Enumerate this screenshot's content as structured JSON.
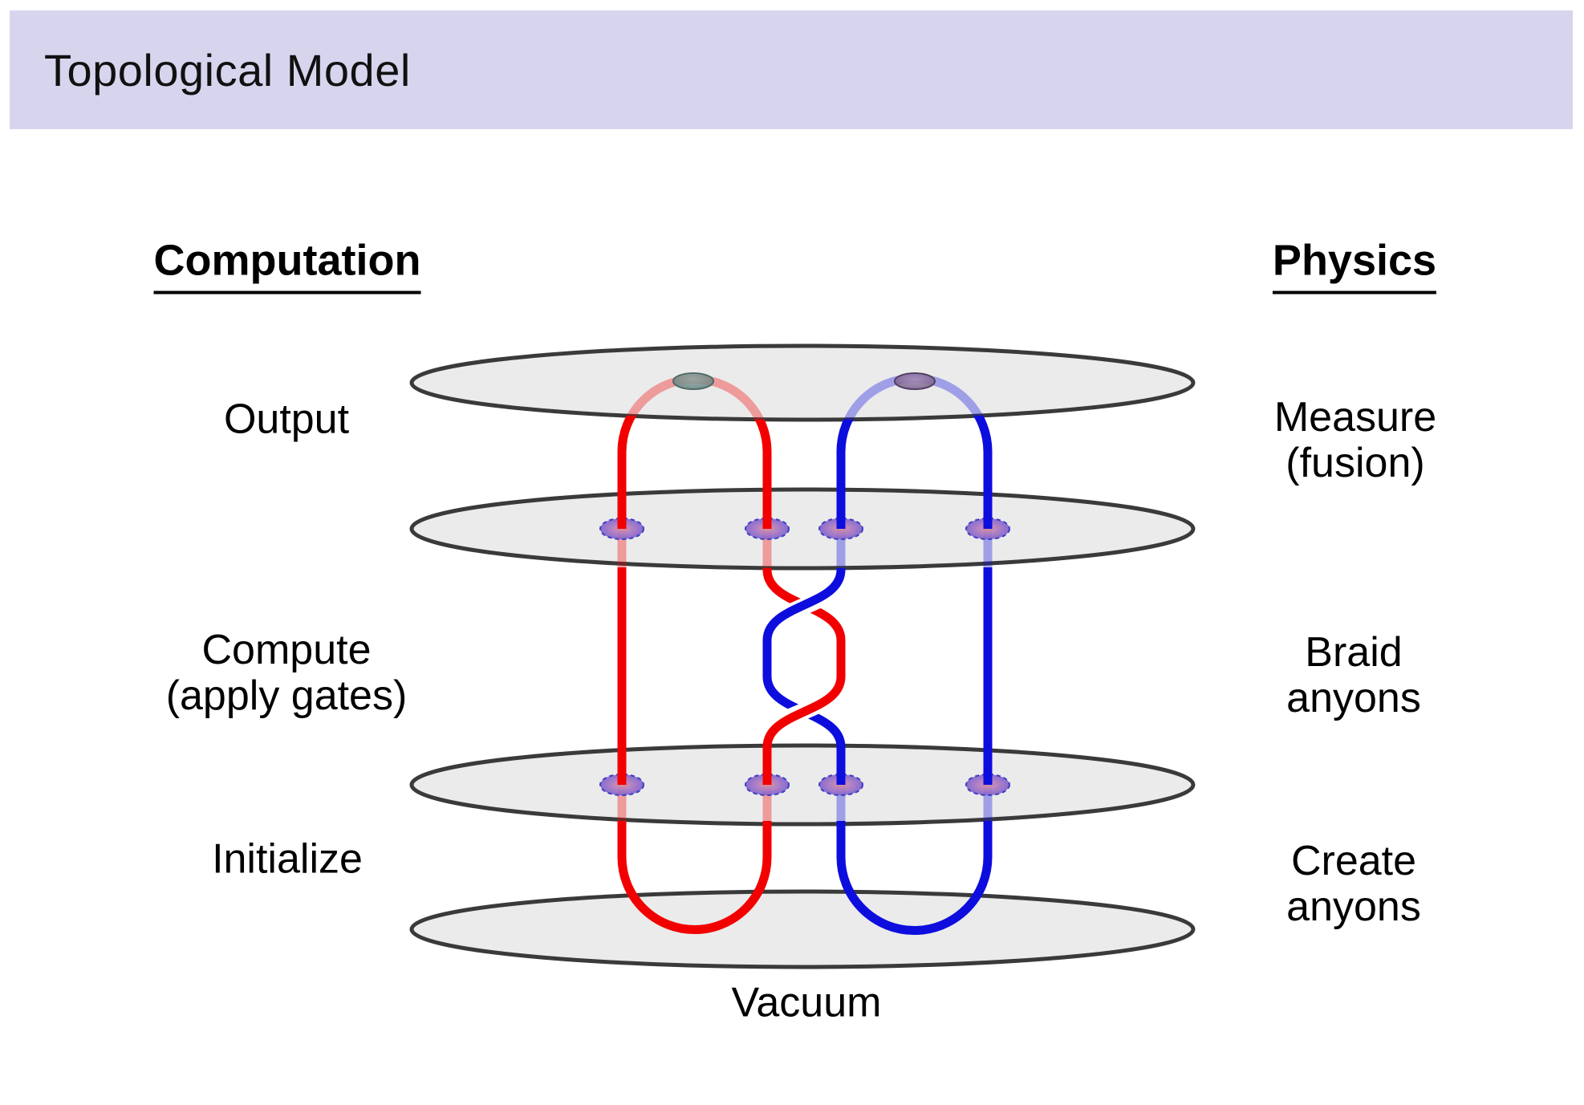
{
  "title": "Topological Model",
  "headings": {
    "left": "Computation",
    "right": "Physics"
  },
  "labels": {
    "output": "Output",
    "compute_1": "Compute",
    "compute_2": "(apply gates)",
    "initialize": "Initialize",
    "measure_1": "Measure",
    "measure_2": "(fusion)",
    "braid_1": "Braid",
    "braid_2": "anyons",
    "create_1": "Create",
    "create_2": "anyons",
    "vacuum": "Vacuum"
  },
  "colors": {
    "title_bar_bg": "#d7d5ee",
    "plane_fill": "#ebebeb",
    "plane_stroke": "#3a3a3a",
    "worldline_red": "#f20000",
    "worldline_blue": "#0d0dde",
    "casing": "#ffffff",
    "anyon_core": "#dc8f9b",
    "anyon_mid": "#a776c4",
    "anyon_edge": "#6c59ce",
    "anyon_border": "#3d3dc4",
    "fusion_teal_core": "#8aa5a1",
    "fusion_teal_edge": "#5d7b77",
    "fusion_teal_border": "#4e6b68",
    "fusion_mauve_core": "#a58ab0",
    "fusion_mauve_edge": "#6d5380",
    "fusion_mauve_border": "#533f66"
  }
}
